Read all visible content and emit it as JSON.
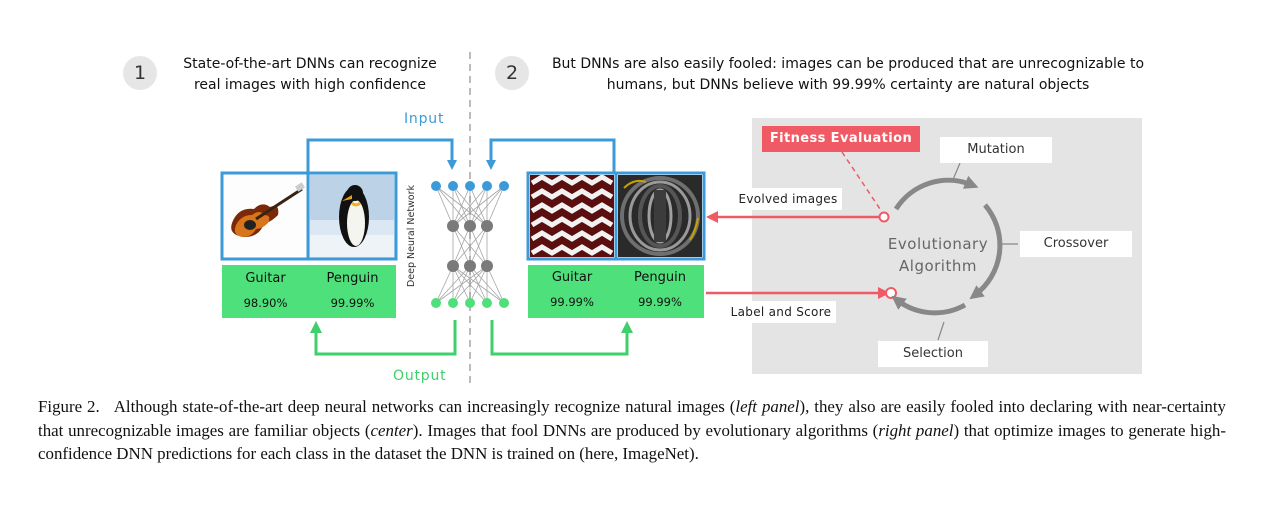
{
  "steps": [
    {
      "num": "1",
      "text": "State-of-the-art DNNs can recognize real images with high confidence"
    },
    {
      "num": "2",
      "text": "But DNNs are also easily fooled: images can be produced that are unrecognizable to humans, but DNNs believe with 99.99% certainty are natural objects"
    }
  ],
  "flow": {
    "input": "Input",
    "output": "Output",
    "network": "Deep Neural Network",
    "evolved_images": "Evolved images",
    "label_and_score": "Label and Score"
  },
  "left_panel": {
    "classes": [
      "Guitar",
      "Penguin"
    ],
    "scores": [
      "98.90%",
      "99.99%"
    ]
  },
  "center_panel": {
    "classes": [
      "Guitar",
      "Penguin"
    ],
    "scores": [
      "99.99%",
      "99.99%"
    ]
  },
  "evolution": {
    "fitness": "Fitness Evaluation",
    "mutation": "Mutation",
    "crossover": "Crossover",
    "selection": "Selection",
    "center_line1": "Evolutionary",
    "center_line2": "Algorithm"
  },
  "caption": {
    "prefix": "Figure 2.",
    "part1": "Although state-of-the-art deep neural networks can increasingly recognize natural images (",
    "left_panel": "left panel",
    "part2": "), they also are easily fooled into declaring with near-certainty that unrecognizable images are familiar objects (",
    "center": "center",
    "part3": "). Images that fool DNNs are produced by evolutionary algorithms (",
    "right_panel": "right panel",
    "part4": ") that optimize images to generate high-confidence DNN predictions for each class in the dataset the DNN is trained on (here, ImageNet)."
  },
  "colors": {
    "blue": "#3d9ad8",
    "green": "#4ee07a",
    "red": "#f05a64",
    "gray_panel": "#e4e4e4"
  }
}
